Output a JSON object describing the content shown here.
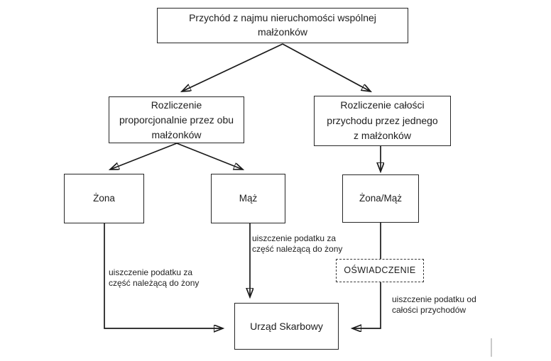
{
  "diagram": {
    "title_hint": "Rozliczenie przychodu z najmu nieruchomości wspólnej małżonków",
    "nodes": {
      "root": "Przychód z najmu nieruchomości wspólnej\nmałżonków",
      "proportional": "Rozliczenie\nproporcjonalnie przez obu\nmałżonków",
      "whole_income": "Rozliczenie całości\nprzychodu przez jednego\nz małżonków",
      "wife": "Żona",
      "husband": "Mąż",
      "wife_or_husband": "Żona/Mąż",
      "statement": "OŚWIADCZENIE",
      "tax_office": "Urząd Skarbowy"
    },
    "edge_labels": {
      "wife_payment": "uiszczenie podatku za\nczęść należącą do żony",
      "husband_payment": "uiszczenie podatku za\nczęść należącą do żony",
      "whole_payment": "uiszczenie podatku od\ncałości przychodów"
    },
    "colors": {
      "background": "#ffffff",
      "line": "#1a1a1a",
      "box_border": "#262626",
      "text": "#1d1d1d",
      "artifact_gray": "#c9c9c9"
    }
  }
}
